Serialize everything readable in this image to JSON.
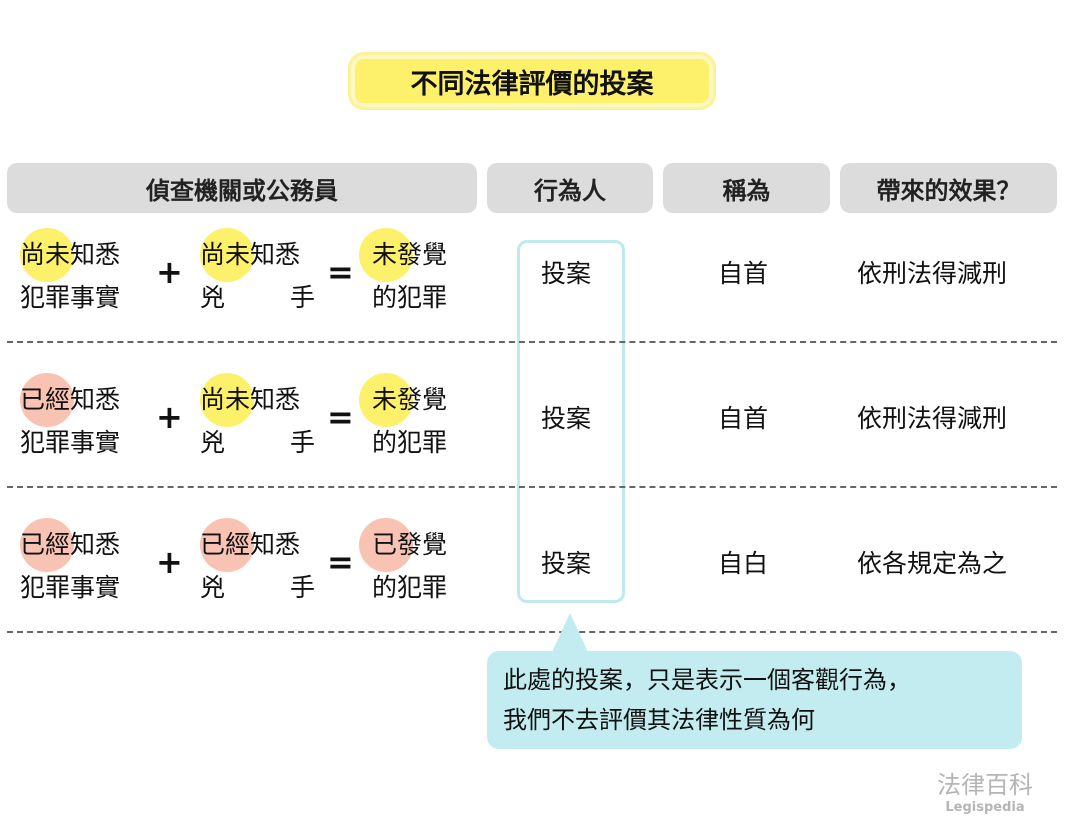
{
  "title": "不同法律評價的投案",
  "headers": [
    "偵查機關或公務員",
    "行為人",
    "稱為",
    "帶來的效果？"
  ],
  "rows": [
    {
      "c1a": "尚未",
      "c1b": "知悉",
      "c1c": "犯罪事實",
      "c2a": "尚未",
      "c2b": "知悉",
      "c2c": "兇",
      "c2d": "手",
      "c3a": "未",
      "c3b": "發覺",
      "c3c": "的犯罪",
      "actor": "投案",
      "name": "自首",
      "effect": "依刑法得減刑",
      "colors": [
        "yellow",
        "yellow",
        "yellow"
      ]
    },
    {
      "c1a": "已經",
      "c1b": "知悉",
      "c1c": "犯罪事實",
      "c2a": "尚未",
      "c2b": "知悉",
      "c2c": "兇",
      "c2d": "手",
      "c3a": "未",
      "c3b": "發覺",
      "c3c": "的犯罪",
      "actor": "投案",
      "name": "自首",
      "effect": "依刑法得減刑",
      "colors": [
        "pink",
        "yellow",
        "yellow"
      ]
    },
    {
      "c1a": "已經",
      "c1b": "知悉",
      "c1c": "犯罪事實",
      "c2a": "已經",
      "c2b": "知悉",
      "c2c": "兇",
      "c2d": "手",
      "c3a": "已",
      "c3b": "發覺",
      "c3c": "的犯罪",
      "actor": "投案",
      "name": "自白",
      "effect": "依各規定為之",
      "colors": [
        "pink",
        "pink",
        "pink"
      ]
    }
  ],
  "operators": {
    "plus": "+",
    "equals": "="
  },
  "note": [
    "此處的投案，只是表示一個客觀行為，",
    "我們不去評價其法律性質為何"
  ],
  "logo": {
    "zh": "法律百科",
    "en": "Legispedia"
  },
  "colors": {
    "yellow": "#fdf06a",
    "pink": "#f9c3b4",
    "teal": "#c2ecef",
    "header": "#dcdcdc"
  }
}
